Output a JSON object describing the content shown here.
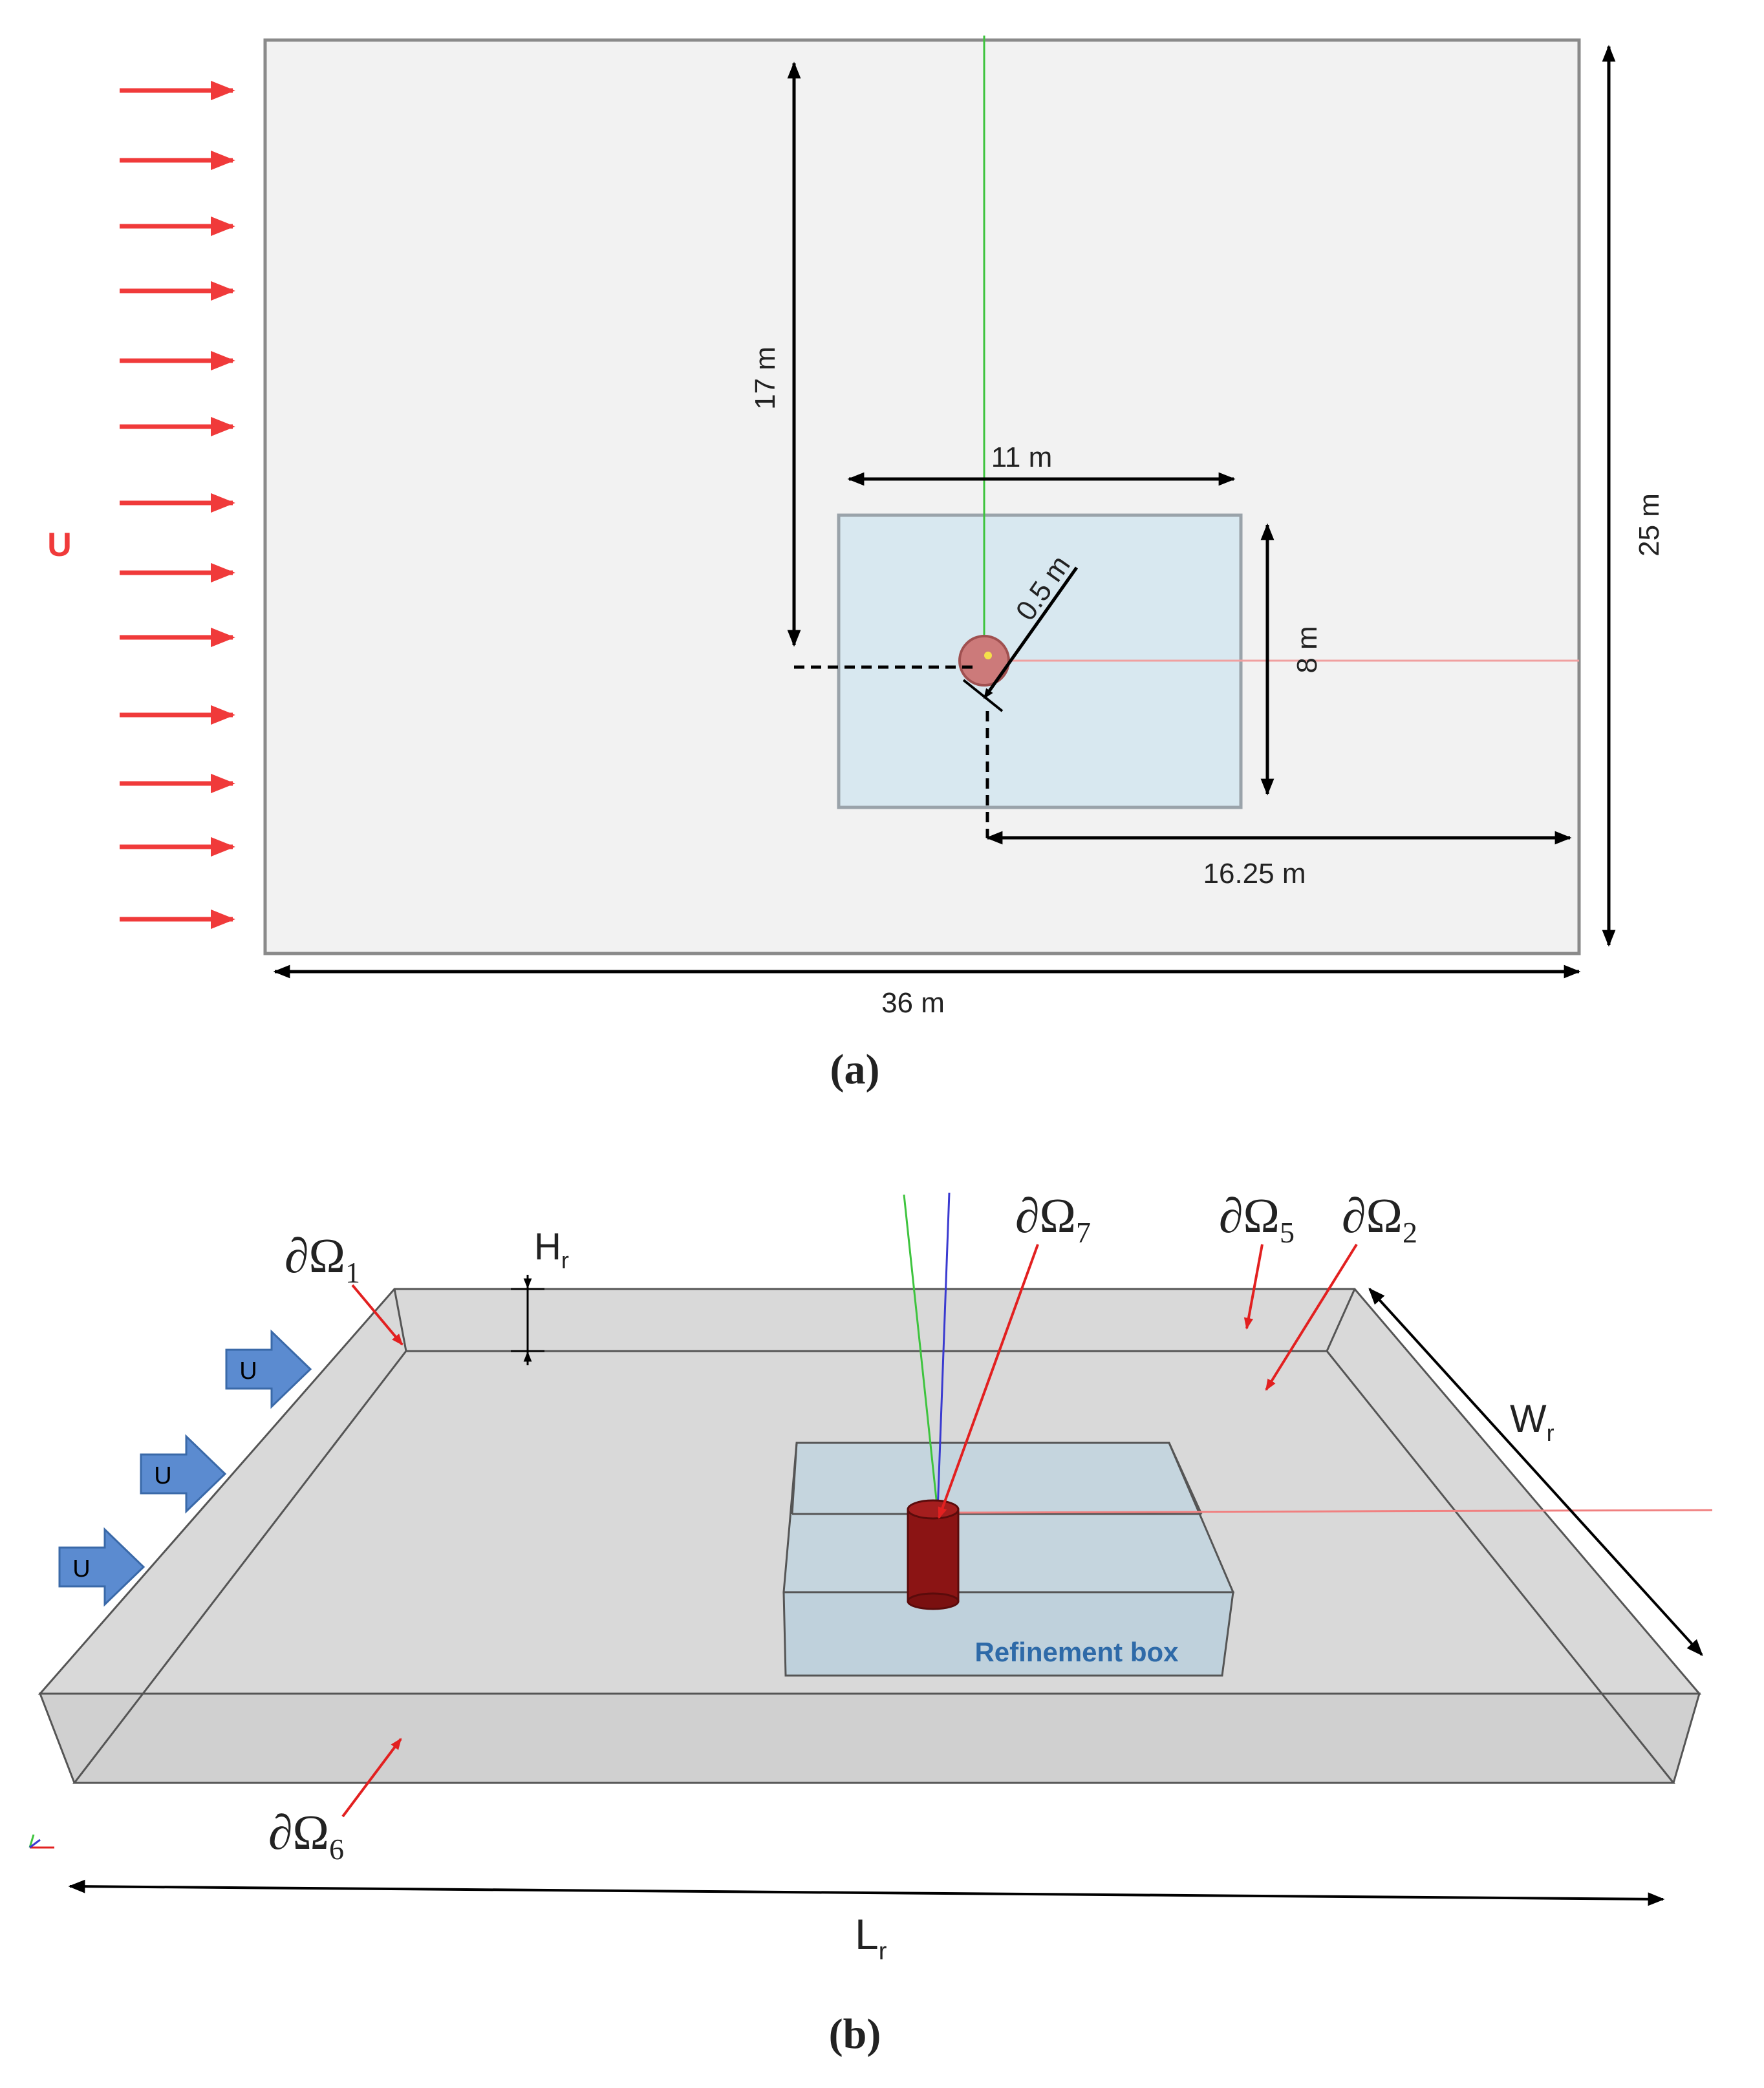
{
  "panel_a": {
    "flow_label": "U",
    "dim_17": "17 m",
    "dim_11": "11 m",
    "dim_05": "0.5 m",
    "dim_8": "8 m",
    "dim_1625": "16.25 m",
    "dim_36": "36 m",
    "dim_25": "25 m",
    "caption": "(a)"
  },
  "panel_b": {
    "omega1": "∂Ω",
    "omega1_sub": "1",
    "omega7": "∂Ω",
    "omega7_sub": "7",
    "omega5": "∂Ω",
    "omega5_sub": "5",
    "omega2": "∂Ω",
    "omega2_sub": "2",
    "omega6": "∂Ω",
    "omega6_sub": "6",
    "hr": "H",
    "hr_sub": "r",
    "wr": "W",
    "wr_sub": "r",
    "lr": "L",
    "lr_sub": "r",
    "flow_label": "U",
    "refinement": "Refinement box",
    "caption": "(b)"
  },
  "colors": {
    "flow_arrow_red": "#f03a3a",
    "flow_arrow_blue": "#5b8bd0",
    "refinement_text": "#2e6aa8",
    "cylinder": "#8b1414"
  }
}
